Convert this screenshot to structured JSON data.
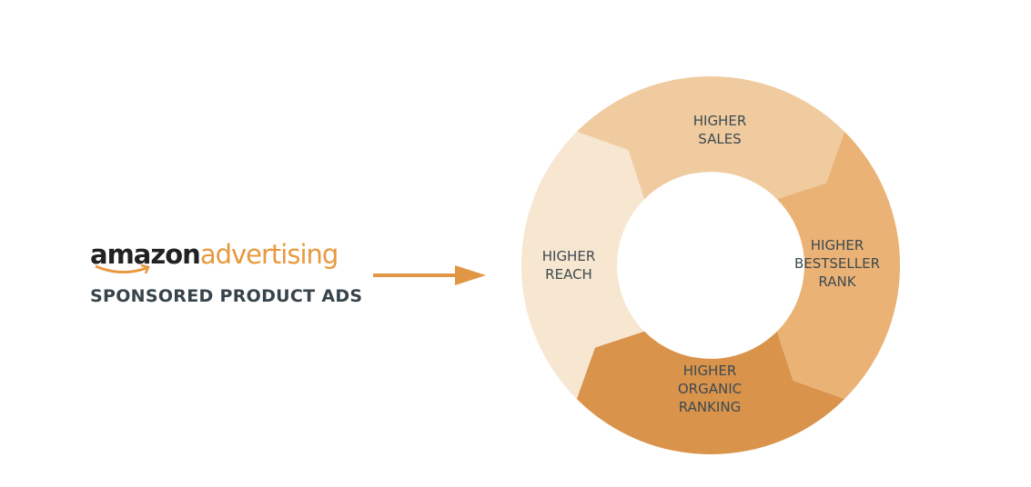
{
  "brand": {
    "part1": "amazon",
    "part2": "advertising"
  },
  "subtitle": "SPONSORED PRODUCT ADS",
  "colors": {
    "arrow": "#e09645",
    "text": "#3d4a50",
    "logo_orange": "#e8993f"
  },
  "cycle": [
    {
      "id": "reach",
      "lines": [
        "HIGHER",
        "REACH"
      ],
      "color": "#f7e6d0"
    },
    {
      "id": "sales",
      "lines": [
        "HIGHER",
        "SALES"
      ],
      "color": "#f0cba0"
    },
    {
      "id": "bestseller",
      "lines": [
        "HIGHER",
        "BESTSELLER",
        "RANK"
      ],
      "color": "#ebb275"
    },
    {
      "id": "organic",
      "lines": [
        "HIGHER",
        "ORGANIC",
        "RANKING"
      ],
      "color": "#d9934b"
    }
  ]
}
